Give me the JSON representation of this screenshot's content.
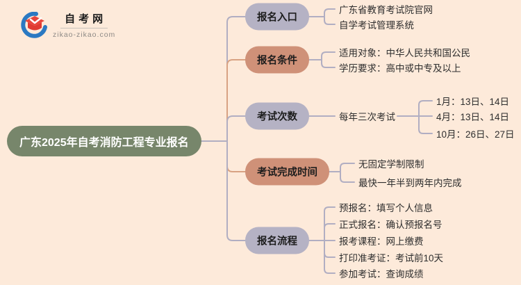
{
  "logo": {
    "title": "自考网",
    "domain": "zikao-zikao.com"
  },
  "root": {
    "label": "广东2025年自考消防工程专业报名"
  },
  "branches": [
    {
      "label": "报名入口",
      "children": [
        "广东省教育考试院官网",
        "自学考试管理系统"
      ]
    },
    {
      "label": "报名条件",
      "children": [
        "适用对象：中华人民共和国公民",
        "学历要求：高中或中专及以上"
      ]
    },
    {
      "label": "考试次数",
      "mid_node": "每年三次考试",
      "children": [
        "1月：13日、14日",
        "4月：13日、14日",
        "10月：26日、27日"
      ]
    },
    {
      "label": "考试完成时间",
      "children": [
        "无固定学制限制",
        "最快一年半到两年内完成"
      ]
    },
    {
      "label": "报名流程",
      "children": [
        "预报名：填写个人信息",
        "正式报名：确认预报名号",
        "报考课程：网上缴费",
        "打印准考证：考试前10天",
        "参加考试：查询成绩"
      ]
    }
  ],
  "colors": {
    "background": "#fdeada",
    "root_node": "#77866b",
    "branch_lavender": "#b5b2c4",
    "branch_terracotta": "#cf9178",
    "line_lavender": "#b1aec2",
    "line_orange": "#d8a283",
    "logo_blue": "#2b79c2",
    "logo_red": "#e8463c"
  }
}
